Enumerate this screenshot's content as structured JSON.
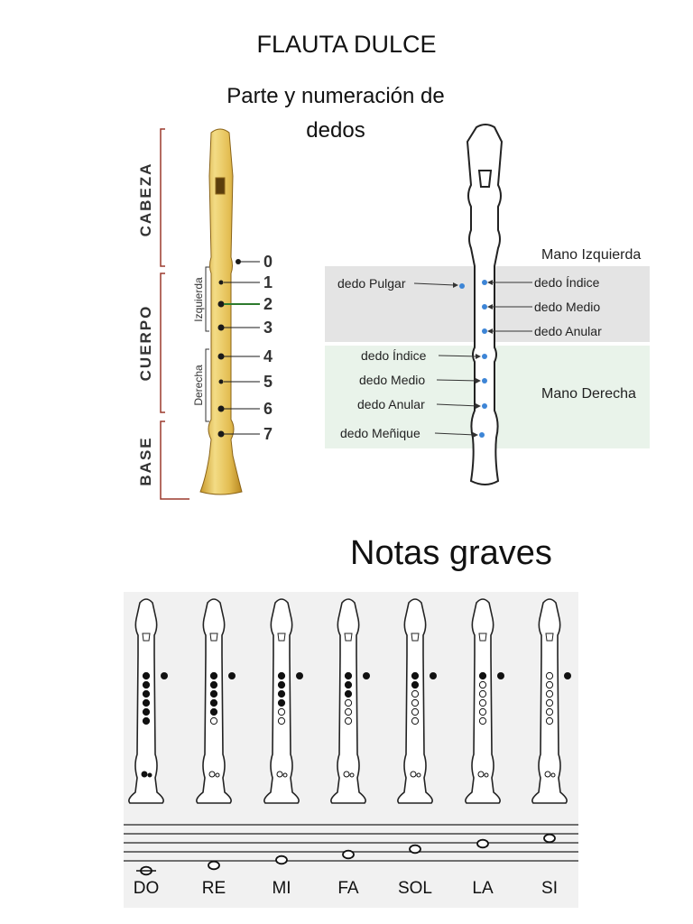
{
  "document": {
    "title": "FLAUTA DULCE",
    "subtitle_line1": "Parte y numeración de",
    "subtitle_line2": "dedos"
  },
  "left_diagram": {
    "sections": [
      "CABEZA",
      "CUERPO",
      "BASE"
    ],
    "hand_groups": [
      "Izquierda",
      "Derecha"
    ],
    "hole_numbers": [
      "0",
      "1",
      "2",
      "3",
      "4",
      "5",
      "6",
      "7"
    ]
  },
  "right_diagram": {
    "left_hand_label": "Mano Izquierda",
    "right_hand_label": "Mano Derecha",
    "left_hand_fingers": {
      "thumb": "dedo Pulgar",
      "index": "dedo Índice",
      "middle": "dedo Medio",
      "ring": "dedo Anular"
    },
    "right_hand_fingers": {
      "index": "dedo Índice",
      "middle": "dedo Medio",
      "ring": "dedo Anular",
      "pinky": "dedo Meñique"
    },
    "colors": {
      "left_band": "#e4e4e4",
      "right_band": "#e9f3ea",
      "dot": "#3d85d6"
    }
  },
  "fingering_chart": {
    "section_title": "Notas graves",
    "notes": [
      {
        "name": "DO",
        "closed_holes": 7
      },
      {
        "name": "RE",
        "closed_holes": 6
      },
      {
        "name": "MI",
        "closed_holes": 5
      },
      {
        "name": "FA",
        "closed_holes": 4
      },
      {
        "name": "SOL",
        "closed_holes": 3
      },
      {
        "name": "LA",
        "closed_holes": 2
      },
      {
        "name": "SI",
        "closed_holes": 1
      }
    ]
  }
}
